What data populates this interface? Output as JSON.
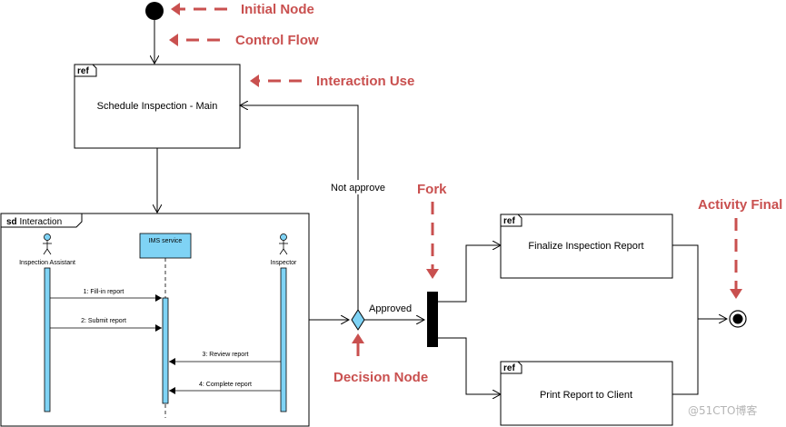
{
  "callouts": {
    "initial_node": "Initial Node",
    "control_flow": "Control Flow",
    "interaction_use": "Interaction Use",
    "fork": "Fork",
    "activity_final": "Activity Final",
    "decision_node": "Decision Node"
  },
  "ref_keyword": "ref",
  "schedule_box": {
    "label": "Schedule Inspection - Main"
  },
  "finalize_box": {
    "label": "Finalize Inspection Report"
  },
  "print_box": {
    "label": "Print Report to Client"
  },
  "sd_frame": {
    "keyword": "sd",
    "name": "Interaction"
  },
  "lifelines": {
    "assistant": "Inspection Assistant",
    "ims": "IMS service",
    "inspector": "Inspector"
  },
  "messages": {
    "m1": "1: Fill-in report",
    "m2": "2: Submit report",
    "m3": "3: Review report",
    "m4": "4: Complete report"
  },
  "guards": {
    "not_approve": "Not approve",
    "approved": "Approved"
  },
  "watermark": "@51CTO博客",
  "colors": {
    "callout": "#c9504f",
    "activation_fill": "#7fd3f5",
    "decision_fill": "#7fd3f5",
    "fork_fill": "#000000"
  }
}
